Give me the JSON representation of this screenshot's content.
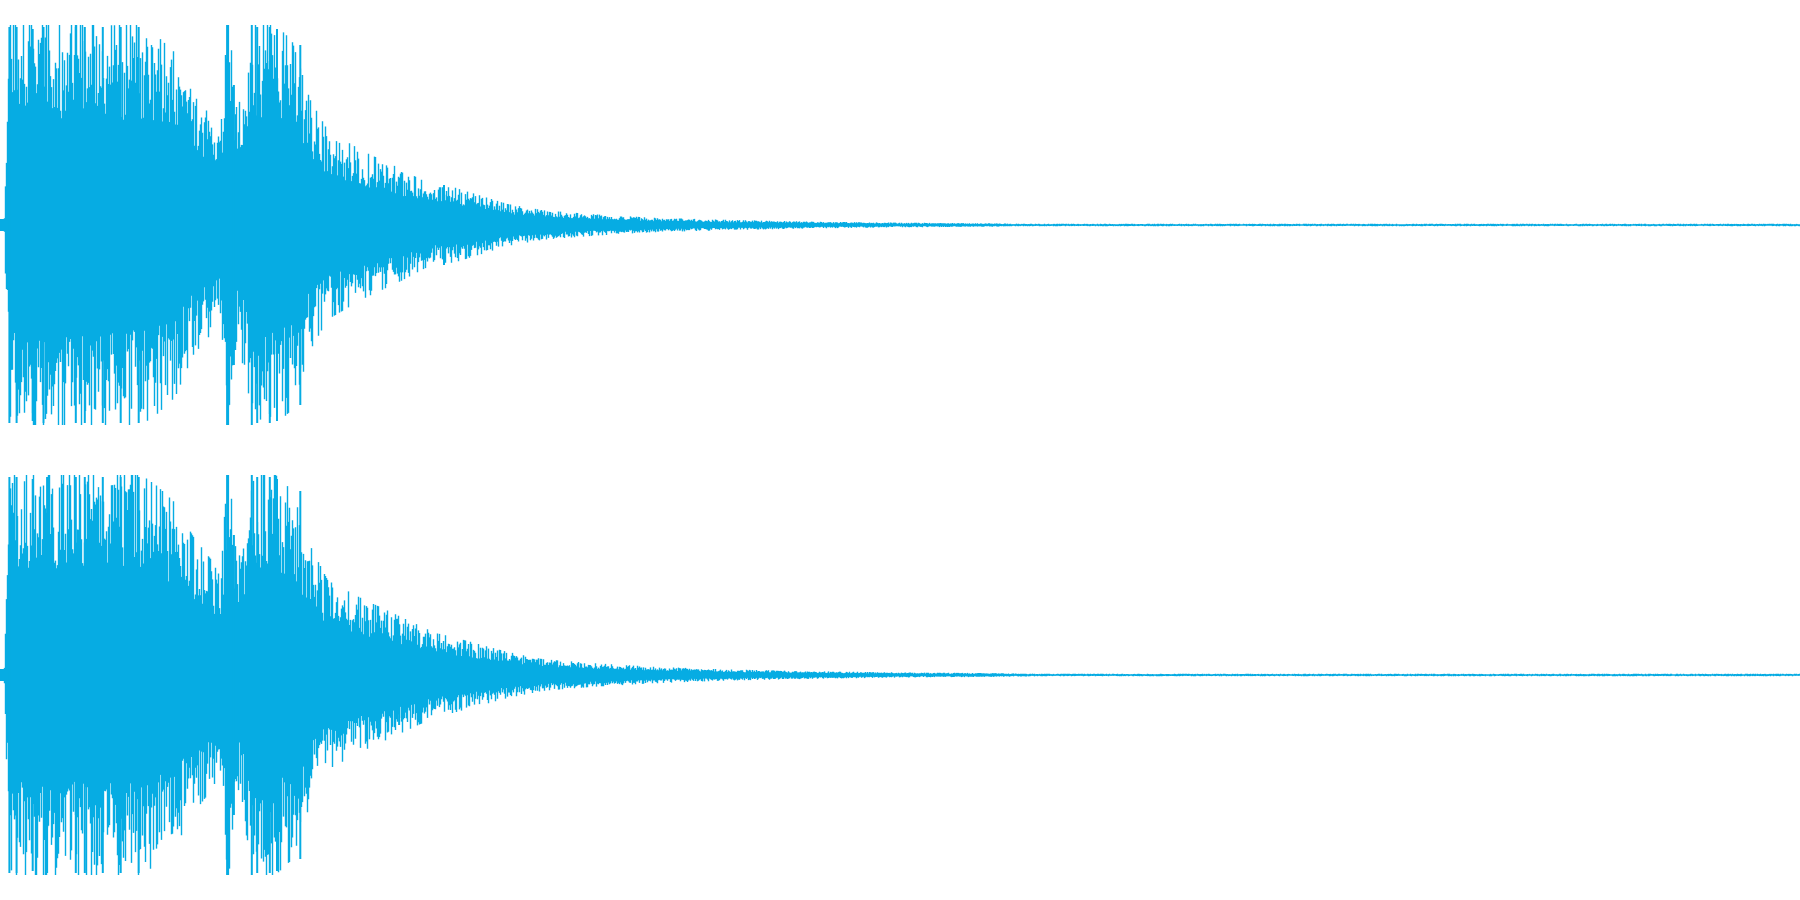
{
  "chart_data": {
    "type": "area",
    "subtype": "audio-waveform",
    "title": "",
    "xlabel": "",
    "ylabel": "",
    "axes_visible": false,
    "grid": false,
    "legend": "none",
    "ylim": [
      -1,
      1
    ],
    "x_range": [
      0,
      1
    ],
    "color": "#06ace3",
    "background": "#ffffff",
    "channels": [
      {
        "name": "",
        "envelope_x": [
          0.0,
          0.003,
          0.01,
          0.02,
          0.035,
          0.05,
          0.06,
          0.075,
          0.085,
          0.095,
          0.105,
          0.115,
          0.12,
          0.1245,
          0.13,
          0.14,
          0.15,
          0.16,
          0.17,
          0.18,
          0.2,
          0.22,
          0.24,
          0.25,
          0.28,
          0.3,
          0.33,
          0.36,
          0.4,
          0.45,
          0.5,
          0.55,
          0.57,
          1.0
        ],
        "envelope_y": [
          0.06,
          0.98,
          0.97,
          0.98,
          0.96,
          0.98,
          0.95,
          0.96,
          0.9,
          0.82,
          0.62,
          0.52,
          0.45,
          0.98,
          0.55,
          0.98,
          0.96,
          0.88,
          0.6,
          0.45,
          0.35,
          0.27,
          0.18,
          0.18,
          0.1,
          0.07,
          0.05,
          0.035,
          0.025,
          0.016,
          0.011,
          0.008,
          0.006,
          0.006
        ],
        "peak_x": [
          0.003,
          0.007,
          0.016,
          0.022,
          0.04,
          0.045,
          0.055,
          0.065,
          0.075,
          0.1245,
          0.128,
          0.138,
          0.141,
          0.148,
          0.152,
          0.165,
          0.245
        ],
        "peak_y": [
          0.99,
          0.99,
          0.98,
          0.99,
          0.99,
          0.99,
          0.99,
          0.99,
          0.99,
          1.0,
          0.7,
          1.0,
          0.99,
          0.99,
          0.98,
          0.9,
          0.2
        ]
      },
      {
        "name": "",
        "envelope_x": [
          0.0,
          0.003,
          0.01,
          0.02,
          0.035,
          0.05,
          0.06,
          0.075,
          0.085,
          0.095,
          0.105,
          0.115,
          0.12,
          0.1245,
          0.13,
          0.14,
          0.15,
          0.16,
          0.17,
          0.18,
          0.2,
          0.22,
          0.24,
          0.25,
          0.28,
          0.3,
          0.33,
          0.36,
          0.4,
          0.45,
          0.5,
          0.55,
          0.58,
          1.0
        ],
        "envelope_y": [
          0.06,
          0.98,
          0.97,
          0.98,
          0.96,
          0.98,
          0.96,
          0.96,
          0.9,
          0.82,
          0.66,
          0.55,
          0.47,
          0.98,
          0.57,
          0.98,
          0.96,
          0.88,
          0.62,
          0.45,
          0.36,
          0.28,
          0.2,
          0.18,
          0.11,
          0.075,
          0.055,
          0.04,
          0.027,
          0.018,
          0.012,
          0.009,
          0.006,
          0.006
        ],
        "peak_x": [
          0.003,
          0.007,
          0.016,
          0.024,
          0.04,
          0.045,
          0.055,
          0.065,
          0.075,
          0.1245,
          0.128,
          0.138,
          0.141,
          0.148,
          0.152,
          0.165,
          0.22
        ],
        "peak_y": [
          0.99,
          0.99,
          0.98,
          0.99,
          0.99,
          0.99,
          0.99,
          0.99,
          0.99,
          1.0,
          0.7,
          1.0,
          0.99,
          0.99,
          0.98,
          0.92,
          0.25
        ]
      }
    ]
  }
}
